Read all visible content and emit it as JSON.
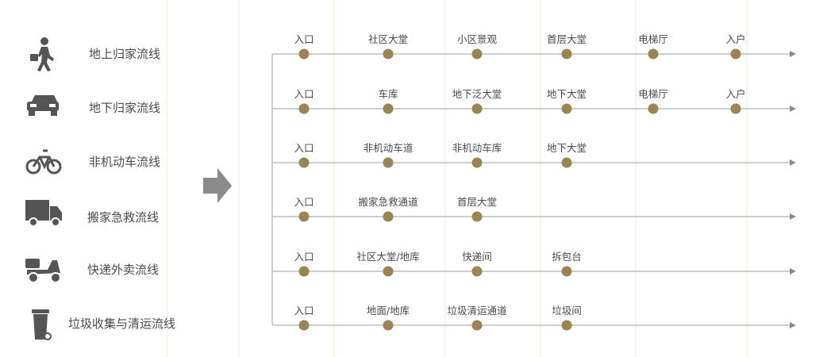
{
  "colors": {
    "dot": "#9a8452",
    "line": "#bdbdbd",
    "icon": "#555555",
    "arrow": "#8a8a8a"
  },
  "legend": [
    {
      "label": "地上归家流线",
      "icon": "walking-person-icon"
    },
    {
      "label": "地下归家流线",
      "icon": "car-icon"
    },
    {
      "label": "非机动车流线",
      "icon": "bicycle-icon"
    },
    {
      "label": "搬家急救流线",
      "icon": "truck-icon"
    },
    {
      "label": "快递外卖流线",
      "icon": "scooter-icon"
    },
    {
      "label": "垃圾收集与清运流线",
      "icon": "trash-bin-icon"
    }
  ],
  "flows": [
    {
      "stops": [
        "入口",
        "社区大堂",
        "小区景观",
        "首层大堂",
        "电梯厅",
        "入户"
      ]
    },
    {
      "stops": [
        "入口",
        "车库",
        "地下泛大堂",
        "地下大堂",
        "电梯厅",
        "入户"
      ]
    },
    {
      "stops": [
        "入口",
        "非机动车道",
        "非机动车库",
        "地下大堂"
      ]
    },
    {
      "stops": [
        "入口",
        "搬家急救通道",
        "首层大堂"
      ]
    },
    {
      "stops": [
        "入口",
        "社区大堂/地库",
        "快递间",
        "拆包台"
      ]
    },
    {
      "stops": [
        "入口",
        "地面/地库",
        "垃圾清运通道",
        "垃圾间"
      ]
    }
  ]
}
